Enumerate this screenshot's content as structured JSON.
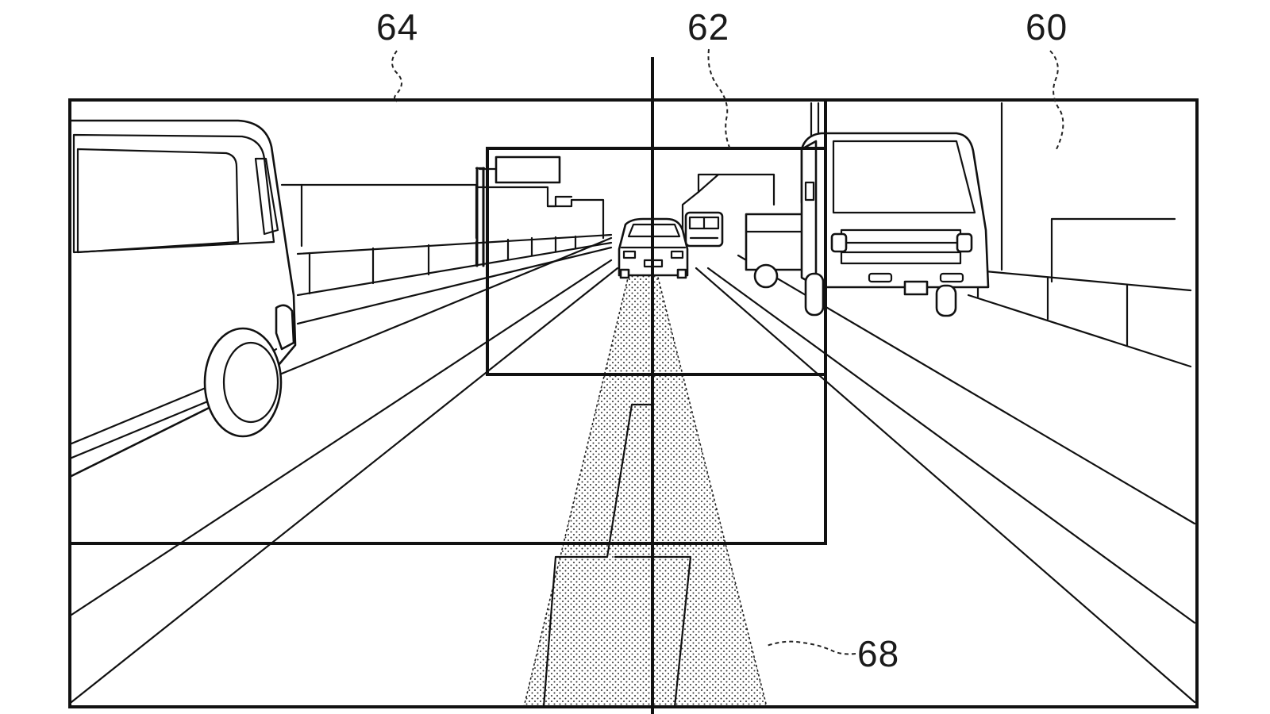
{
  "figure": {
    "labels": {
      "outer_frame": "60",
      "inner_frame": "62",
      "middle_frame": "64",
      "projection_region": "68"
    }
  }
}
